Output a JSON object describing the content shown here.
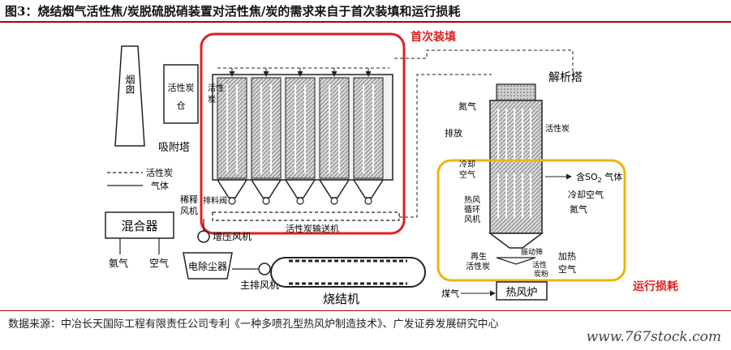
{
  "title": "图3：烧结烟气活性焦/炭脱硫脱硝装置对活性焦/炭的需求来自于首次装填和运行损耗",
  "annotations": {
    "first_fill": "首次装填",
    "operation_loss": "运行损耗"
  },
  "labels": {
    "chimney": "烟囱",
    "carbon_bin": "活性炭仓",
    "active_carbon_in_tower": "活性炭",
    "adsorption_tower": "吸附塔",
    "legend_carbon": "活性炭",
    "legend_gas": "气体",
    "dilution_fan": "稀释风机",
    "discharge_valve": "排料阀",
    "conveyor": "活性炭输送机",
    "mixer": "混合器",
    "ammonia_left": "氨气",
    "air_left": "空气",
    "booster_fan": "增压风机",
    "esp": "电除尘器",
    "main_fan": "主排风机",
    "sinter_machine": "烧结机",
    "desorption_tower": "解析塔",
    "nitrogen_top": "氮气",
    "exhaust": "排放",
    "active_carbon_right": "活性炭",
    "cooling_air_in": "冷却空气",
    "so2_gas": "含SO₂气体",
    "cooling_air_out": "冷却空气",
    "nitrogen_right": "氮气",
    "hot_air_fan": "热风循环风机",
    "vibrating_screen": "振动筛",
    "regen_carbon": "再生活性炭",
    "carbon_powder": "活性炭粉",
    "heating_air": "加热空气",
    "gas": "煤气",
    "hot_stove": "热风炉"
  },
  "source": "数据来源：中冶长天国际工程有限责任公司专利《一种多喷孔型热风炉制造技术》、广发证券发展研究中心",
  "watermark": "www.767stock.com",
  "colors": {
    "title_rule": "#b00000",
    "first_fill_box": "#e02020",
    "operation_loss_box": "#f0b400",
    "annotation_text": "#e02020",
    "hatch": "#7a7a7a"
  }
}
